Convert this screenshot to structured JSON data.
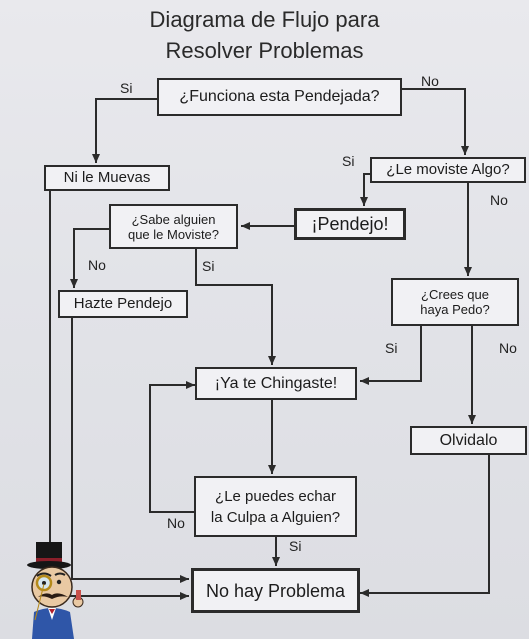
{
  "title": {
    "line1": "Diagrama de Flujo para",
    "line2": "Resolver Problemas"
  },
  "nodes": {
    "funciona": "¿Funciona esta Pendejada?",
    "ni_muevas": "Ni le Muevas",
    "moviste": "¿Le moviste Algo?",
    "pendejo": "¡Pendejo!",
    "sabe_line1": "¿Sabe alguien",
    "sabe_line2": "que le Moviste?",
    "hazte": "Hazte Pendejo",
    "crees_line1": "¿Crees que",
    "crees_line2": "haya Pedo?",
    "chingaste": "¡Ya te Chingaste!",
    "olvidalo": "Olvidalo",
    "culpa_line1": "¿Le puedes echar",
    "culpa_line2": "la Culpa a Alguien?",
    "no_problema": "No hay Problema"
  },
  "labels": {
    "si_funciona": "Si",
    "no_funciona": "No",
    "si_moviste": "Si",
    "no_moviste": "No",
    "no_sabe": "No",
    "si_sabe": "Si",
    "si_crees": "Si",
    "no_crees": "No",
    "no_culpa": "No",
    "si_culpa": "Si"
  },
  "colors": {
    "line": "#2b2b2b",
    "box_fill": "#f1f1f4",
    "paper": "#e4e5ea"
  }
}
